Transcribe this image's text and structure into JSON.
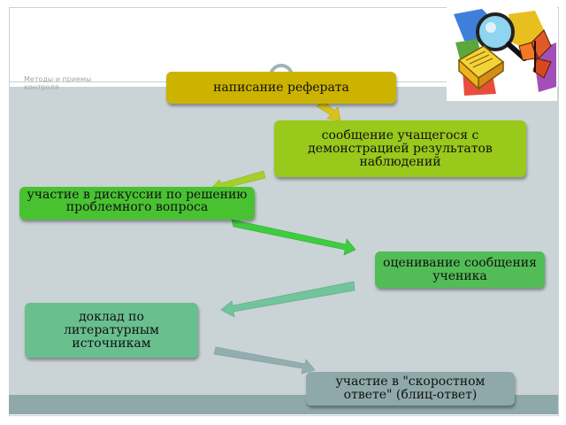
{
  "slide": {
    "small_title": "Методы и приемы контроля",
    "clipart_icon": "magnifier-books-butterfly-icon"
  },
  "boxes": [
    {
      "id": "box1",
      "label": "написание реферата",
      "color": "#ccb300"
    },
    {
      "id": "box2",
      "label": "сообщение учащегося с демонстрацией результатов наблюдений",
      "color": "#98c91b"
    },
    {
      "id": "box3",
      "label": "участие в дискуссии по решению проблемного вопроса",
      "color": "#49c232"
    },
    {
      "id": "box4",
      "label": "оценивание сообщения ученика",
      "color": "#52bd56"
    },
    {
      "id": "box5",
      "label": "доклад по литературным источникам",
      "color": "#6abf8f"
    },
    {
      "id": "box6",
      "label": "участие в \"скоростном ответе\" (блиц-ответ)",
      "color": "#8fa9aa"
    }
  ],
  "arrow_colors": [
    "#d7c21a",
    "#a6cf2a",
    "#3fcc3f",
    "#72c49a",
    "#93aeb0"
  ]
}
